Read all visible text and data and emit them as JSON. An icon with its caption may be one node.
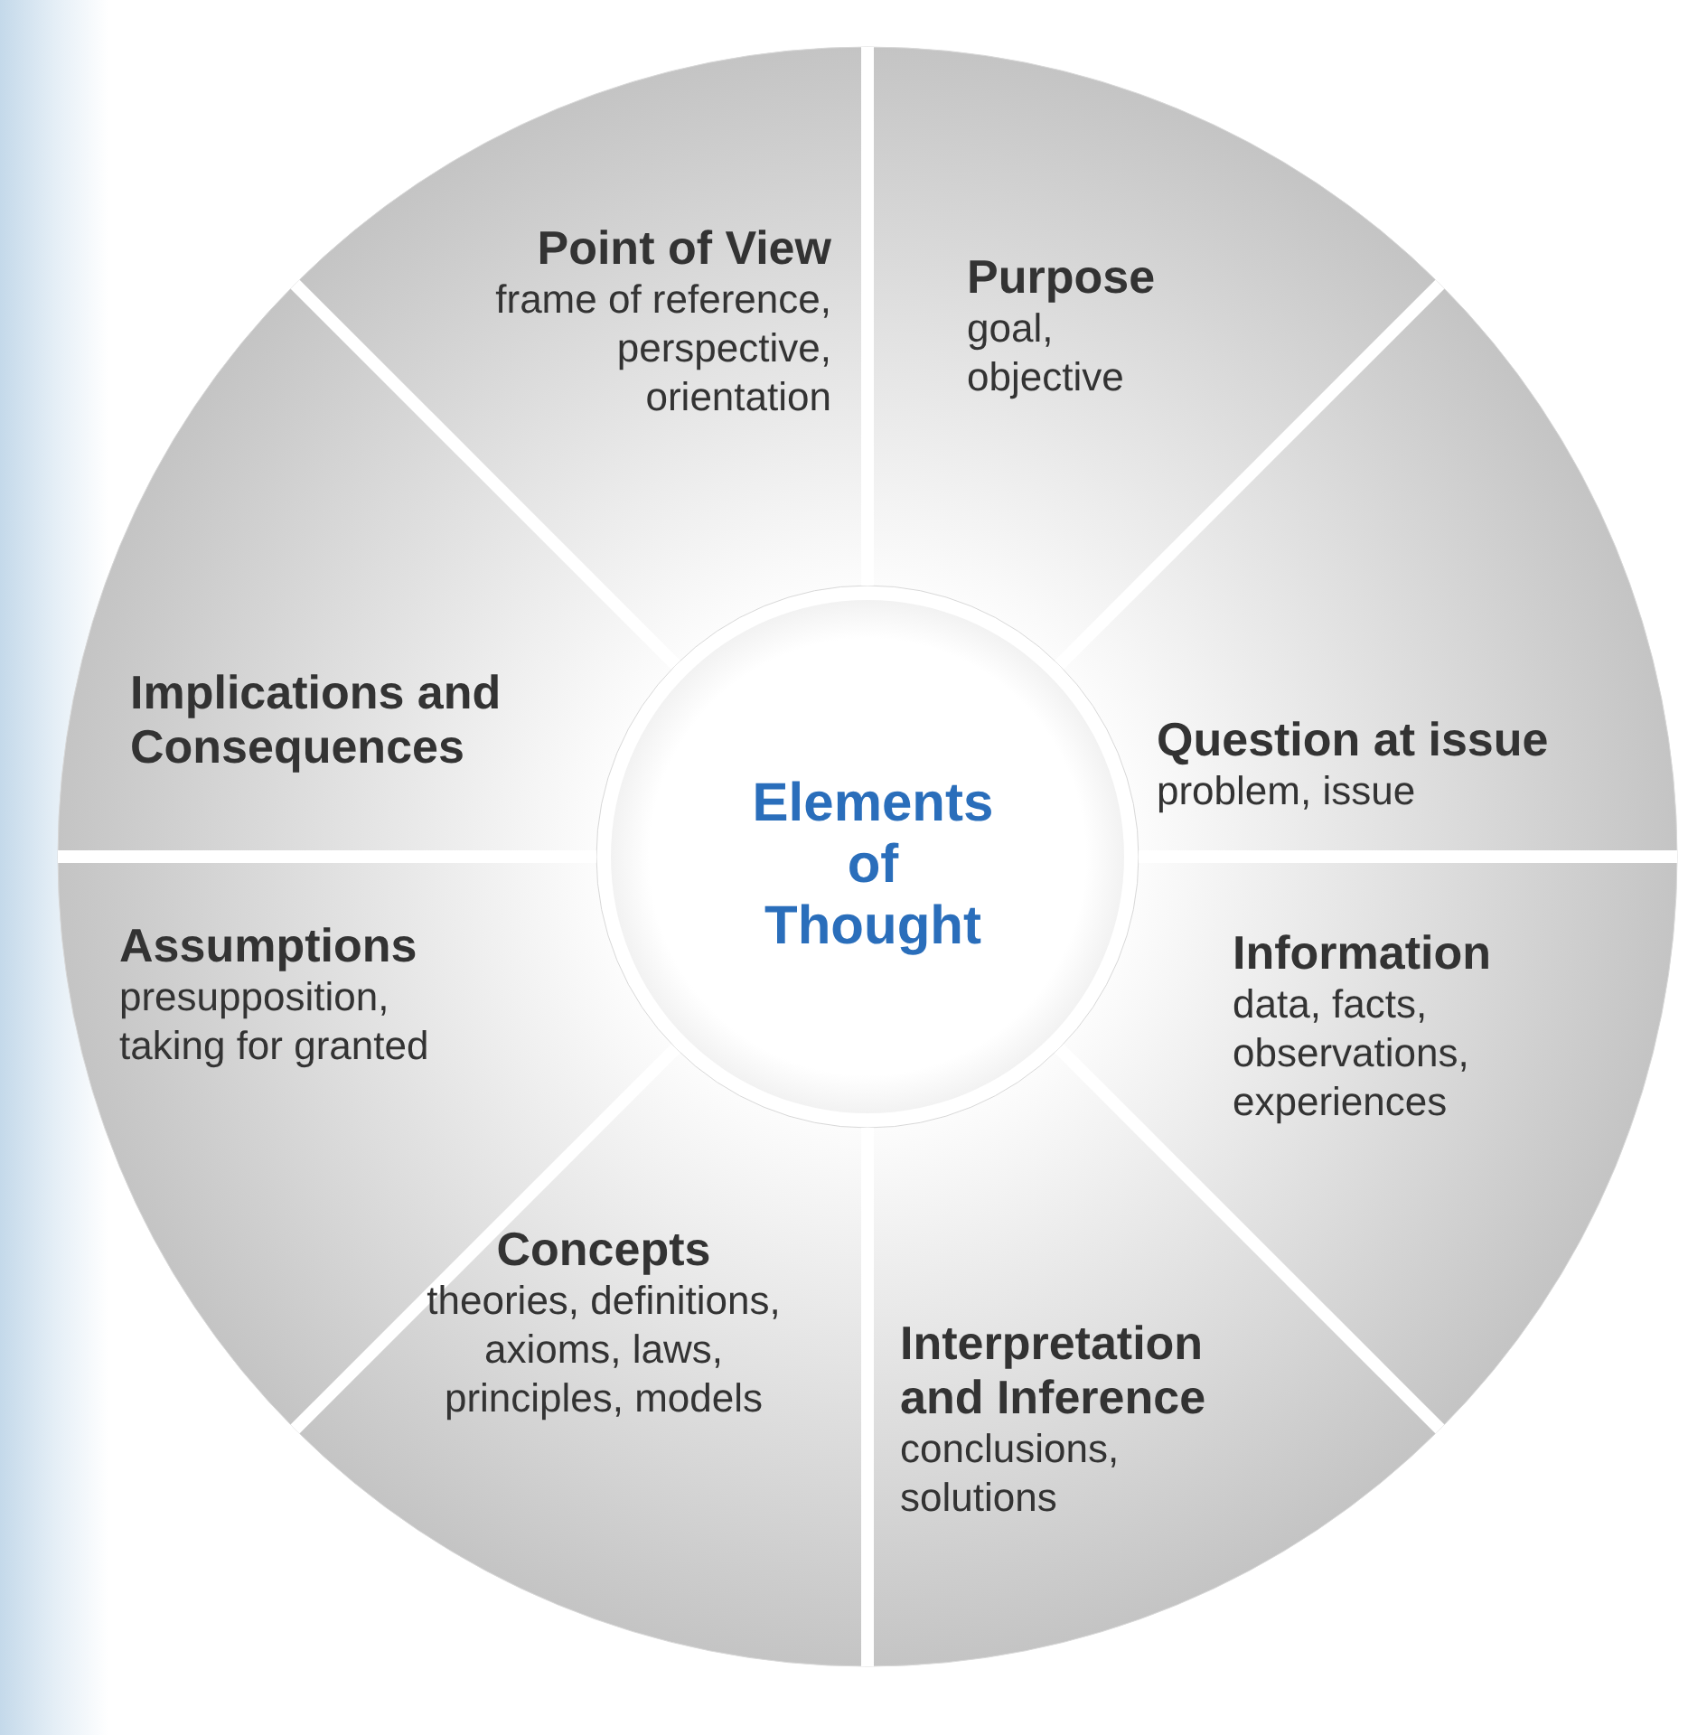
{
  "diagram": {
    "nodes": [
      {
        "text": [
          "Point of View",
          "frame of reference, perspective, orientation"
        ]
      },
      {
        "text": [
          "Purpose",
          "goal, objective"
        ]
      },
      {
        "text": [
          "Implications and Consequences"
        ]
      },
      {
        "text": [
          "Question at issue",
          "problem, issue"
        ]
      },
      {
        "text": [
          "Elements of Thought"
        ]
      },
      {
        "text": [
          "Assumptions",
          "presupposition, taking for granted"
        ]
      },
      {
        "text": [
          "Information",
          "data, facts, observations, experiences"
        ]
      },
      {
        "text": [
          "Concepts",
          "theories, definitions, axioms, laws, principles, models"
        ]
      },
      {
        "text": [
          "Interpretation and Inference",
          "conclusions, solutions"
        ]
      }
    ]
  }
}
